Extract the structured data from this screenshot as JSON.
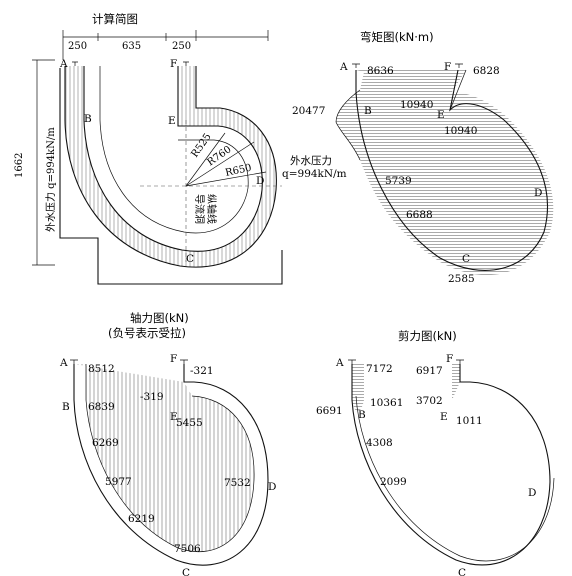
{
  "calc": {
    "title": "计算简图",
    "dims": [
      "250",
      "635",
      "250",
      "1662"
    ],
    "left_pressure": "外水压力 q=994kN/m",
    "right_pressure_1": "外水压力",
    "right_pressure_2": "q=994kN/m",
    "radii": [
      "R525",
      "R760",
      "R650"
    ],
    "axis_text_1": "导流洞",
    "axis_text_2": "纵轴线",
    "points": [
      "A",
      "B",
      "C",
      "D",
      "E",
      "F"
    ]
  },
  "moment": {
    "title": "弯矩图(kN·m)",
    "points": [
      "A",
      "B",
      "C",
      "D",
      "E",
      "F"
    ],
    "values": [
      "8636",
      "20477",
      "5739",
      "6688",
      "2585",
      "6828",
      "10940",
      "10940"
    ]
  },
  "axial": {
    "title": "轴力图(kN)",
    "subtitle": "(负号表示受拉)",
    "points": [
      "A",
      "B",
      "C",
      "D",
      "E",
      "F"
    ],
    "values": [
      "8512",
      "6839",
      "6269",
      "5977",
      "6219",
      "7506",
      "7532",
      "-321",
      "-319",
      "5455"
    ]
  },
  "shear": {
    "title": "剪力图(kN)",
    "points": [
      "A",
      "B",
      "C",
      "D",
      "E",
      "F"
    ],
    "values": [
      "7172",
      "6691",
      "10361",
      "4308",
      "2099",
      "6917",
      "3702",
      "1011"
    ]
  }
}
